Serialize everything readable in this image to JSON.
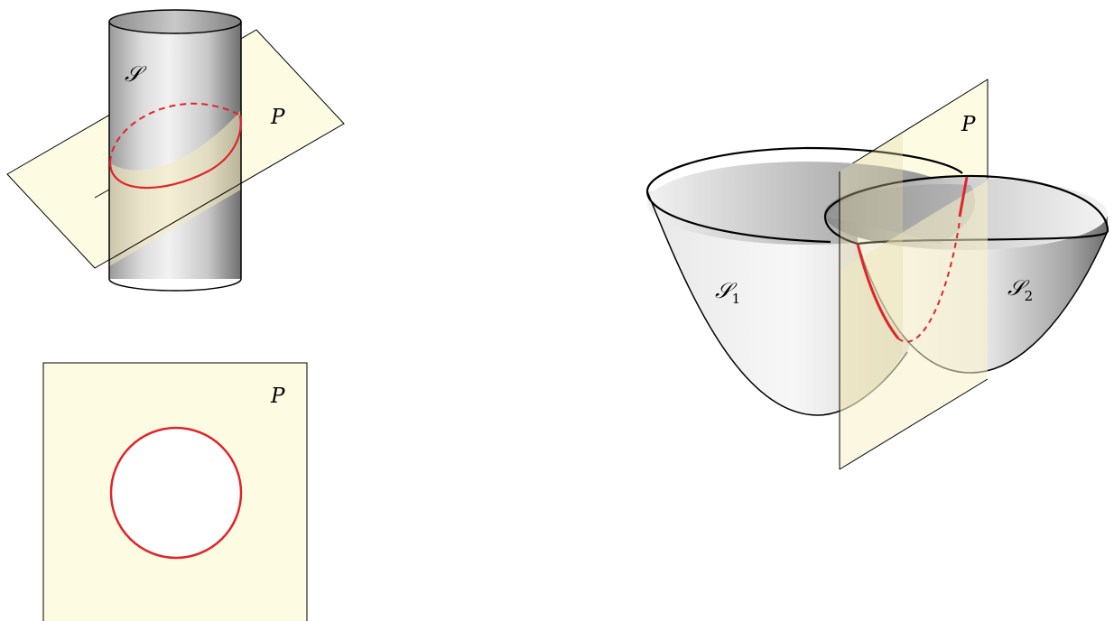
{
  "colors": {
    "plane_fill": "#fefbe3",
    "plane_stroke": "#000000",
    "intersection_curve": "#e0242a",
    "surface_light": "#f4f4f4",
    "surface_dark": "#7a7a7a"
  },
  "cylinder_figure": {
    "surface_label": "𝒮",
    "plane_label": "P"
  },
  "cross_section_figure": {
    "plane_label": "P"
  },
  "paraboloids_figure": {
    "surface_1_label": "𝒮",
    "surface_1_subscript": "1",
    "surface_2_label": "𝒮",
    "surface_2_subscript": "2",
    "plane_label": "P"
  }
}
